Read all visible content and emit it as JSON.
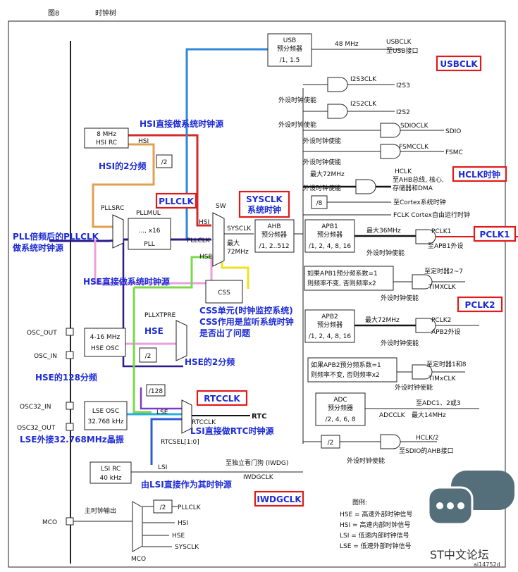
{
  "header": {
    "fig": "图8",
    "title": "时钟树"
  },
  "blocks": {
    "usb_title": "USB",
    "usb_sub": "预分频器",
    "usb_div": "/1, 1.5",
    "usb_freq": "48 MHz",
    "usbclk": "USBCLK",
    "usb_dest": "至USB接口",
    "i2s3": "I2S3CLK",
    "i2s3_out": "I2S3",
    "i2s2": "I2S2CLK",
    "i2s2_out": "I2S2",
    "periph_en": "外设时钟使能",
    "sdioclk": "SDIOCLK",
    "sdio": "SDIO",
    "fsmcclk": "FSMCCLK",
    "fsmc": "FSMC",
    "max72": "最大72MHz",
    "hclk": "HCLK",
    "hclk_dest1": "至AHB总线, 核心,",
    "hclk_dest2": "存储器和DMA",
    "div8": "/8",
    "cortex_sys": "至Cortex系统时钟",
    "fclk": "FCLK Cortex自由运行时钟",
    "hsi_rc1": "8 MHz",
    "hsi_rc2": "HSI RC",
    "hsi_small": "HSI",
    "div2": "/2",
    "pllsrc": "PLLSRC",
    "pllmul": "PLLMUL",
    "pll_x": "..., x16",
    "pll": "PLL",
    "sw": "SW",
    "hsi": "HSI",
    "pllclk": "PLLCLK",
    "hse": "HSE",
    "sysclk": "SYSCLK",
    "max72b": "最大",
    "max72c": "72MHz",
    "ahb1": "AHB",
    "ahb2": "预分频器",
    "ahb3": "/1, 2..512",
    "apb1_1": "APB1",
    "apb1_2": "预分频器",
    "apb1_3": "/1, 2, 4, 8, 16",
    "max36": "最大36MHz",
    "pclk1": "PCLK1",
    "apb1_dest": "至APB1外设",
    "apb1_note1": "如果APB1预分频系数=1",
    "apb1_note2": "则频率不变, 否则频率x2",
    "tim27": "至定时器2~7",
    "timxclk": "TIMXCLK",
    "css": "CSS",
    "pllxtpre": "PLLXTPRE",
    "apb2_1": "APB2",
    "apb2_2": "预分频器",
    "apb2_3": "/1, 2, 4, 8, 16",
    "max72d": "最大72MHz",
    "pclk2": "PCLK2",
    "apb2_dest": "APB2外设",
    "apb2_note1": "如果APB2预分频系数=1",
    "apb2_note2": "则频率不变, 否则频率x2",
    "tim18": "至定时器1和8",
    "timxclk2": "TIMxCLK",
    "osc_out": "OSC_OUT",
    "osc_in": "OSC_IN",
    "hse_osc1": "4-16 MHz",
    "hse_osc2": "HSE OSC",
    "adc1": "ADC",
    "adc2": "预分频器",
    "adc3": "/2, 4, 6, 8",
    "adc_dest": "至ADC1、2或3",
    "adcclk": "ADCCLK",
    "max14": "最大14MHz",
    "div128": "/128",
    "osc32_in": "OSC32_IN",
    "osc32_out": "OSC32_OUT",
    "lse_osc1": "LSE OSC",
    "lse_osc2": "32.768 kHz",
    "lse": "LSE",
    "rtcclk": "RTCCLK",
    "rtc": "RTC",
    "rtcsel": "RTCSEL[1:0]",
    "hclk2": "HCLK/2",
    "sdio_ahb": "至SDIO的AHB接口",
    "lsi_rc1": "LSI RC",
    "lsi_rc2": "40 kHz",
    "lsi": "LSI",
    "iwdg_dest": "至独立看门狗 (IWDG)",
    "iwdgclk": "IWDGCLK",
    "mco_main": "主时钟输出",
    "mco": "MCO",
    "mco_pll": "PLLCLK",
    "mco_hsi": "HSI",
    "mco_hse": "HSE",
    "mco_sys": "SYSCLK"
  },
  "notes": {
    "hsi_direct": "HSI直接做系统时钟源",
    "hsi_div2": "HSI的2分频",
    "pll_mult1": "PLL倍频后的PLLCLK",
    "pll_mult2": "做系统时钟源",
    "hse_direct": "HSE直接做系统时钟源",
    "css1": "CSS单元(时钟监控系统)",
    "css2": "CSS作用是监听系统时钟",
    "css3": "是否出了问题",
    "hse_lbl": "HSE",
    "hse_div2": "HSE的2分频",
    "hse_div128": "HSE的128分频",
    "lsi_rtc": "LSI直接做RTC时钟源",
    "lse_ext": "LSE外接32.768MHz晶振",
    "lsi_iwdg": "由LSI直接作为其时钟源"
  },
  "tags": {
    "usbclk": "USBCLK",
    "hclk": "HCLK时钟",
    "pllclk": "PLLCLK",
    "sysclk1": "SYSCLK",
    "sysclk2": "系统时钟",
    "pclk1": "PCLK1",
    "pclk2": "PCLK2",
    "rtcclk": "RTCCLK",
    "iwdgclk": "IWDGCLK"
  },
  "legend": {
    "title": "图例:",
    "l1": "HSE = 高速外部时钟信号",
    "l2": "HSI = 高速内部时钟信号",
    "l3": "LSI = 低速内部时钟信号",
    "l4": "LSE = 低速外部时钟信号"
  },
  "watermark": {
    "brand": "ST中文论坛",
    "id": "ai14752d"
  },
  "colors": {
    "red": "#e01a1a",
    "blue": "#1d2bd6",
    "pll_path": "#2a1a8a",
    "hsi_path": "#d42a2a",
    "hse_path": "#e8a0e0",
    "css_path": "#7ad84a",
    "usb_path": "#2f86d6",
    "lse_path": "#2ab0e0",
    "yellow": "#f0e020",
    "orange": "#e0a050"
  }
}
